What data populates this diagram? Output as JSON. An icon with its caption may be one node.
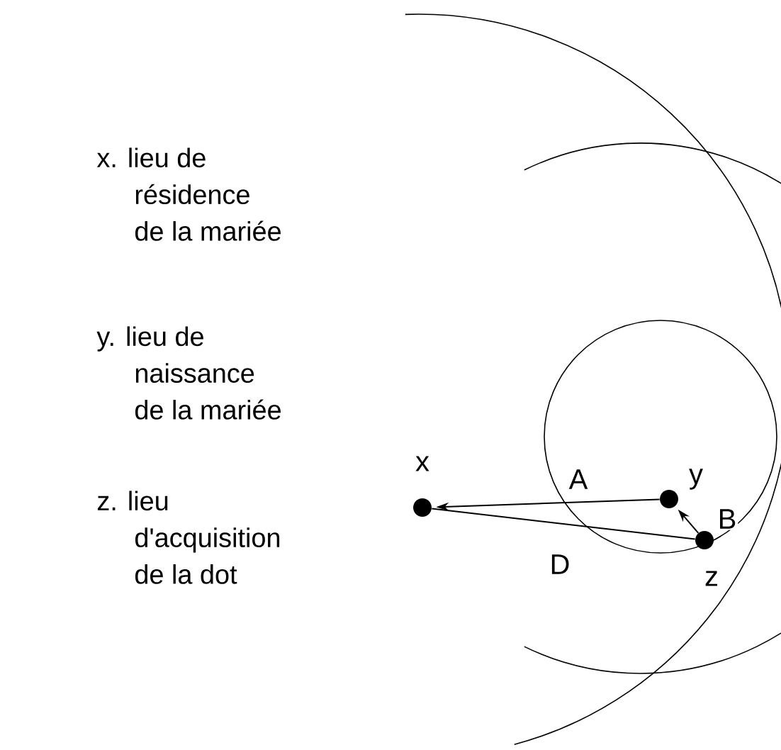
{
  "diagram": {
    "nodes": [
      {
        "text": [],
        "shape": "circle",
        "beside": [
          "x"
        ]
      },
      {
        "text": [],
        "shape": "circle",
        "beside": [
          "y"
        ]
      },
      {
        "text": [],
        "shape": "circle",
        "beside": [
          "z"
        ]
      }
    ],
    "edges": [
      {
        "from": 1,
        "to": 0,
        "arrow": "to",
        "label": "A"
      },
      {
        "from": 2,
        "to": 1,
        "arrow": "to",
        "label": "B"
      },
      {
        "from": 0,
        "to": 2,
        "arrow": "none",
        "label": "D"
      }
    ],
    "labels": [
      "x. lieu de résidence de la mariée",
      "y. lieu de naissance de la mariée",
      "z. lieu d'acquisition de la dot"
    ]
  }
}
